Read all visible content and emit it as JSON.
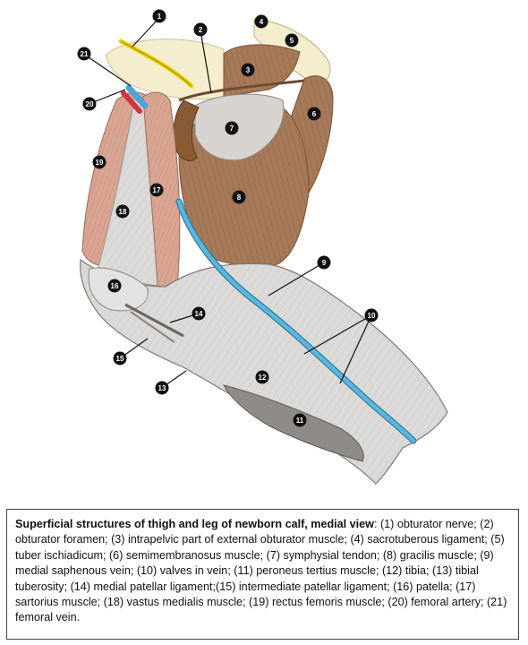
{
  "caption": {
    "title": "Superficial structures of thigh and leg of newborn calf, medial view",
    "text": ": (1) obturator nerve; (2) obturator foramen; (3) intrapelvic part of external obturator muscle; (4) sacrotuberous ligament; (5) tuber ischiadicum; (6) semimembranosus muscle; (7) symphysial tendon; (8) gracilis muscle; (9) medial saphenous vein; (10) valves in vein; (11) peroneus tertius muscle; (12) tibia; (13) tibial tuberosity; (14) medial patellar ligament;(15) intermediate patellar ligament; (16) patella; (17) sartorius muscle; (18) vastus medialis muscle; (19) rectus femoris muscle; (20) femoral artery; (21) femoral vein."
  },
  "markers": [
    "1",
    "2",
    "3",
    "4",
    "5",
    "6",
    "7",
    "8",
    "9",
    "10",
    "11",
    "12",
    "13",
    "14",
    "15",
    "16",
    "17",
    "18",
    "19",
    "20",
    "21"
  ],
  "colors": {
    "muscle_brown": "#a67a58",
    "muscle_pink": "#d9a593",
    "tendon_grey": "#d6d3d0",
    "bone_cream": "#f4eecf",
    "vein_blue": "#5cb6dc",
    "artery_red": "#d2333f",
    "nerve_yellow": "#f0d400",
    "marker_black": "#111111"
  }
}
